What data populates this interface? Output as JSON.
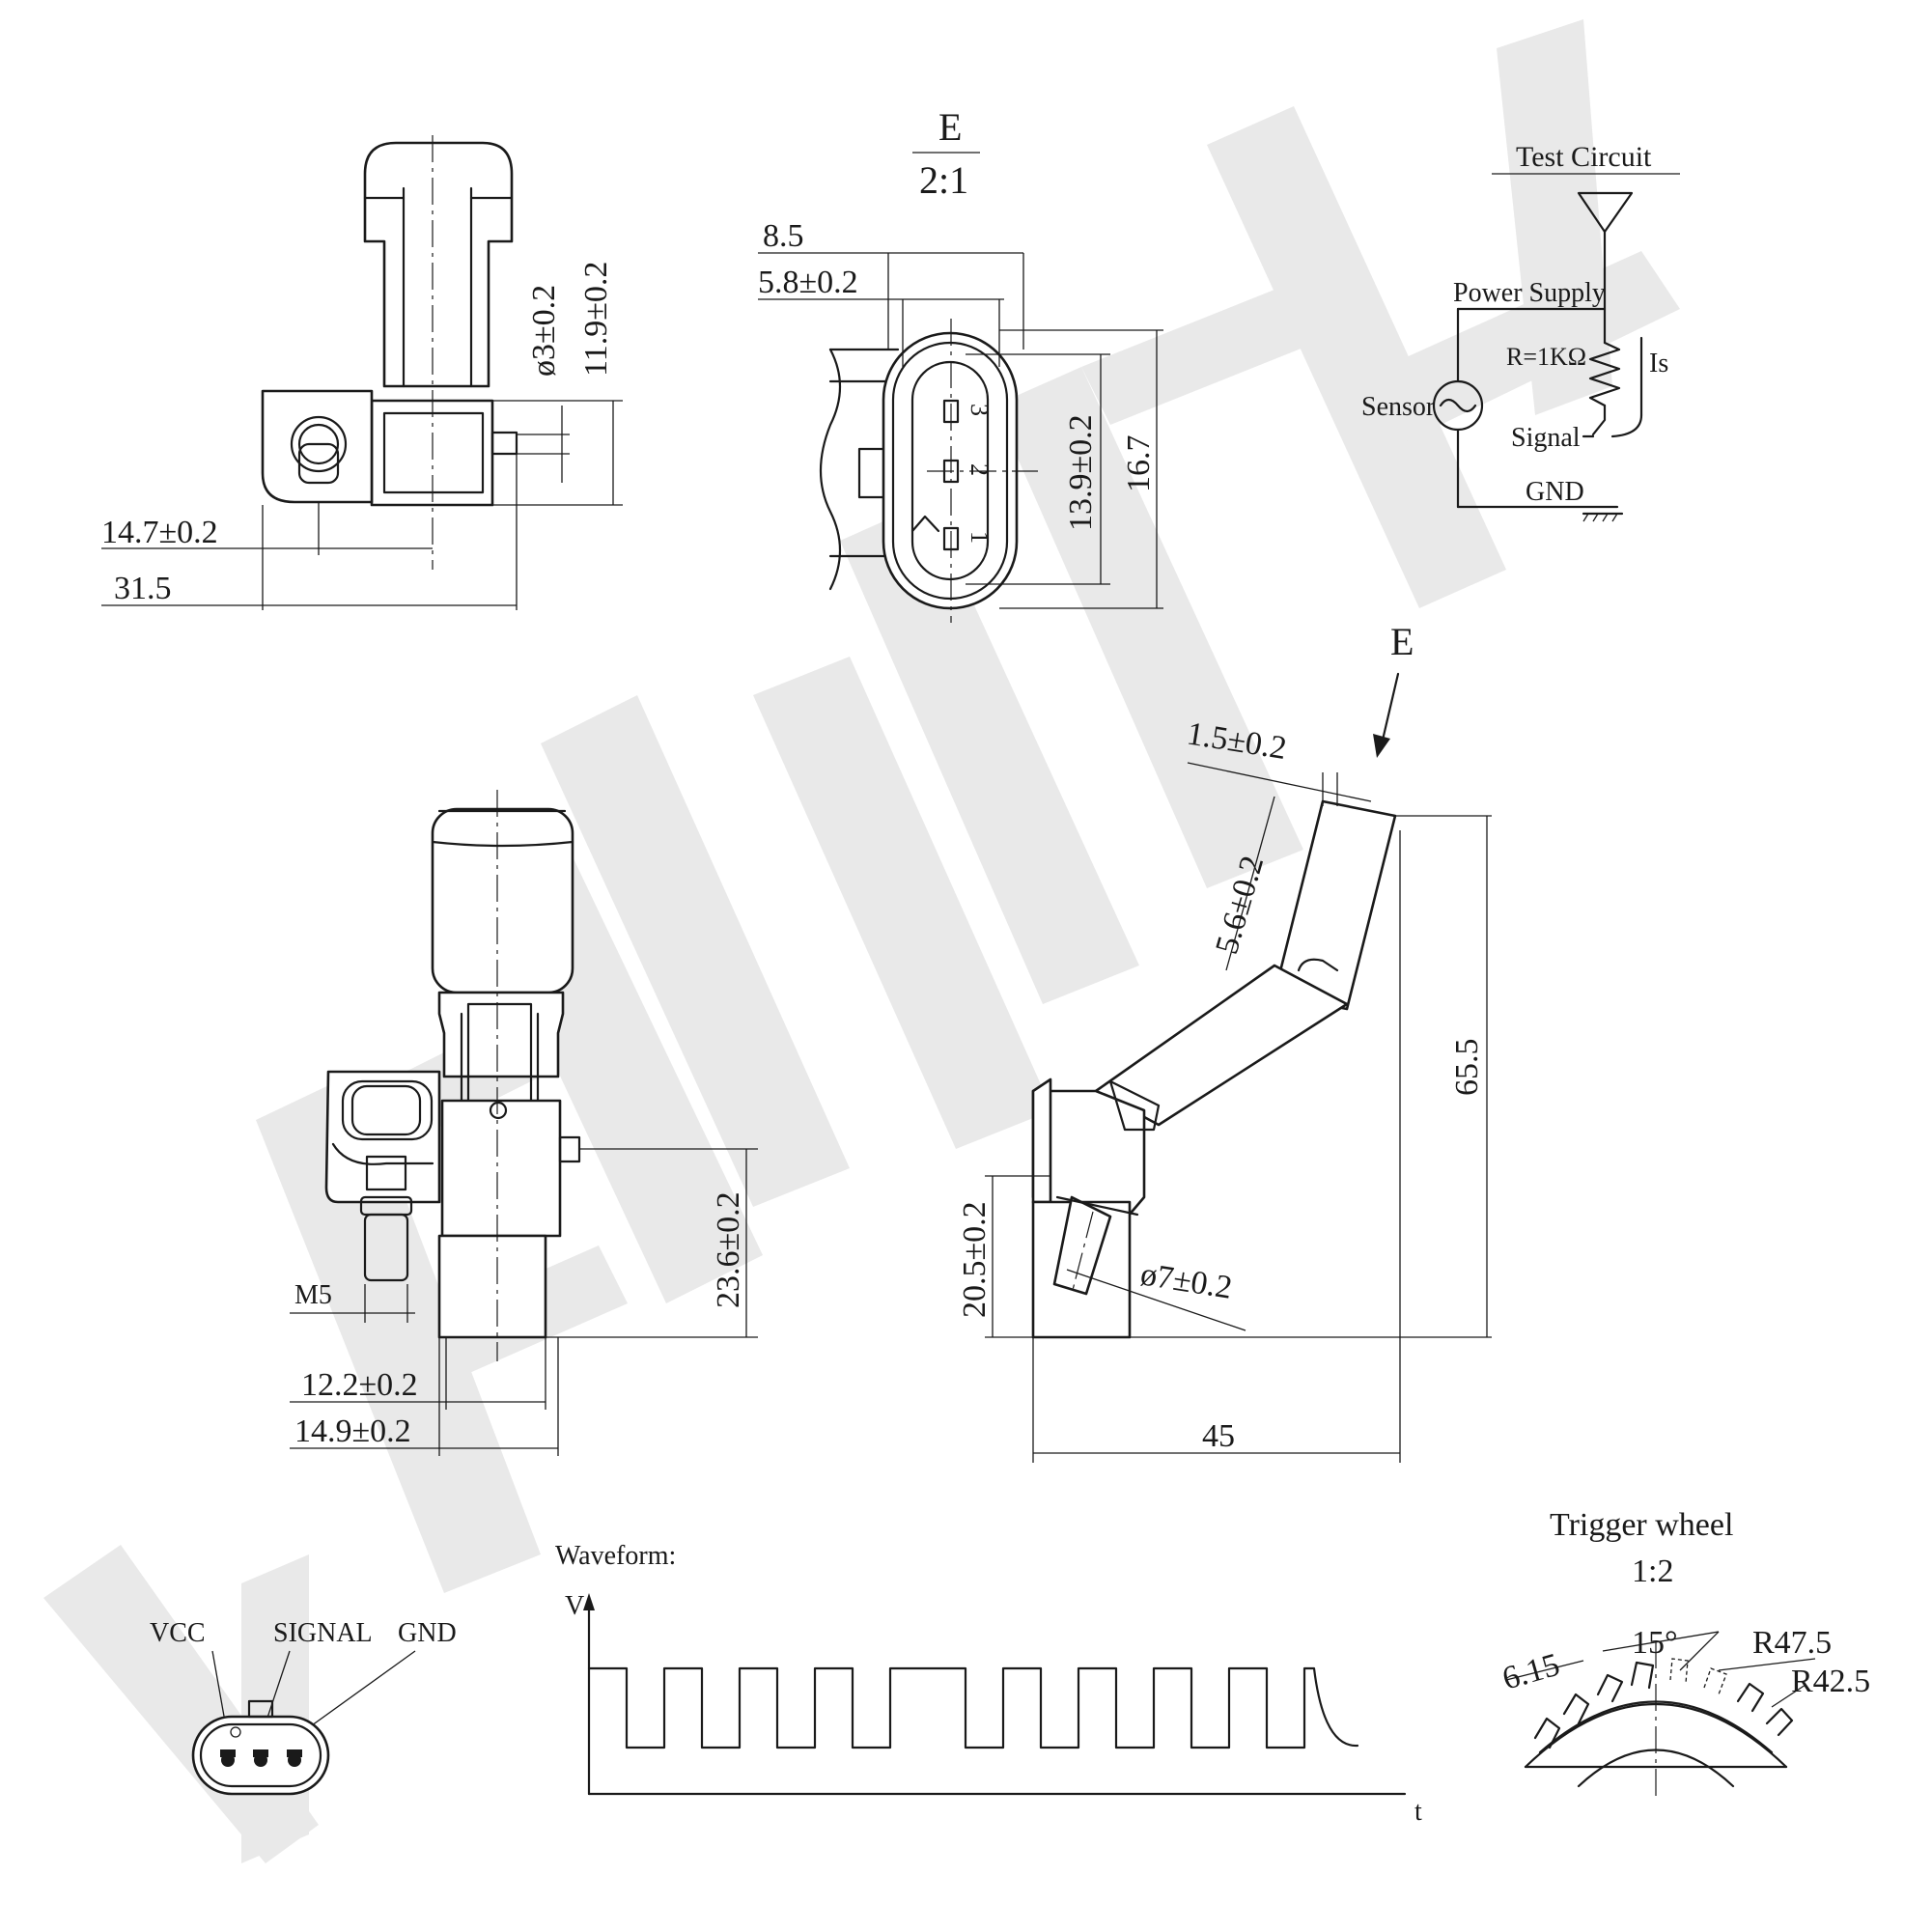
{
  "watermark": {
    "text": "ZENWEK"
  },
  "view_top": {
    "dims": {
      "d1": "ø3±0.2",
      "d2": "11.9±0.2",
      "d3": "14.7±0.2",
      "d4": "31.5"
    }
  },
  "view_e": {
    "label": "E",
    "scale": "2:1",
    "dims": {
      "w1": "8.5",
      "w2": "5.8±0.2",
      "h1": "13.9±0.2",
      "h2": "16.7"
    },
    "pins": [
      "3",
      "2",
      "1"
    ]
  },
  "test_circuit": {
    "title": "Test Circuit",
    "power_supply": "Power Supply",
    "resistor": "R=1KΩ",
    "current": "Is",
    "sensor": "Sensor",
    "signal": "Signal",
    "gnd": "GND"
  },
  "view_front": {
    "dims": {
      "m5": "M5",
      "h236": "23.6±0.2",
      "w122": "12.2±0.2",
      "w149": "14.9±0.2"
    }
  },
  "view_side": {
    "arrow_label": "E",
    "dims": {
      "d15": "1.5±0.2",
      "d56": "5.6±0.2",
      "h655": "65.5",
      "h205": "20.5±0.2",
      "d7": "ø7±0.2",
      "w45": "45"
    }
  },
  "pinout": {
    "vcc": "VCC",
    "signal": "SIGNAL",
    "gnd": "GND"
  },
  "waveform": {
    "title": "Waveform:",
    "y_axis": "V",
    "x_axis": "t",
    "pulses": [
      1,
      1,
      1,
      1,
      2,
      1,
      1,
      1,
      1
    ]
  },
  "trigger_wheel": {
    "title": "Trigger wheel",
    "scale": "1:2",
    "d615": "6.15",
    "angle": "15°",
    "r475": "R47.5",
    "r425": "R42.5"
  }
}
